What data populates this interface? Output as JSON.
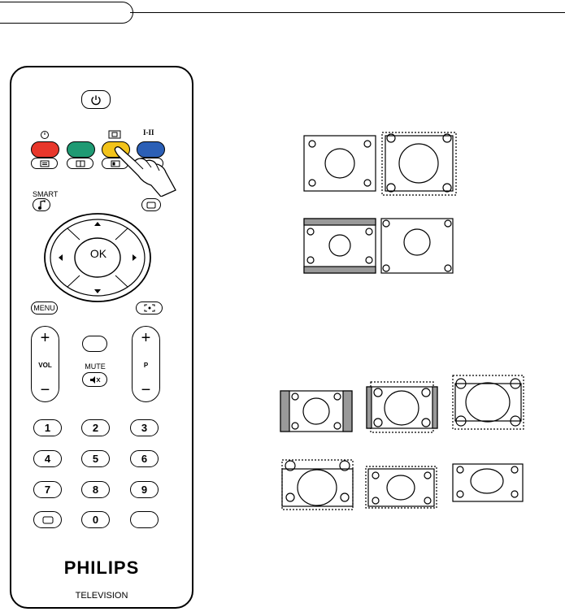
{
  "remote": {
    "smart_label": "SMART",
    "ok_label": "OK",
    "menu_label": "MENU",
    "vol_label": "VOL",
    "p_label": "P",
    "mute_label": "MUTE",
    "plus": "+",
    "minus": "−",
    "lang_label": "I-II",
    "numbers": [
      "1",
      "2",
      "3",
      "4",
      "5",
      "6",
      "7",
      "8",
      "9",
      "0"
    ],
    "brand": "PHILIPS",
    "brand_sub": "TELEVISION",
    "colors": {
      "red": "#e8372b",
      "green": "#1f9a73",
      "yellow": "#f2c31b",
      "blue": "#2b5fb6"
    }
  }
}
